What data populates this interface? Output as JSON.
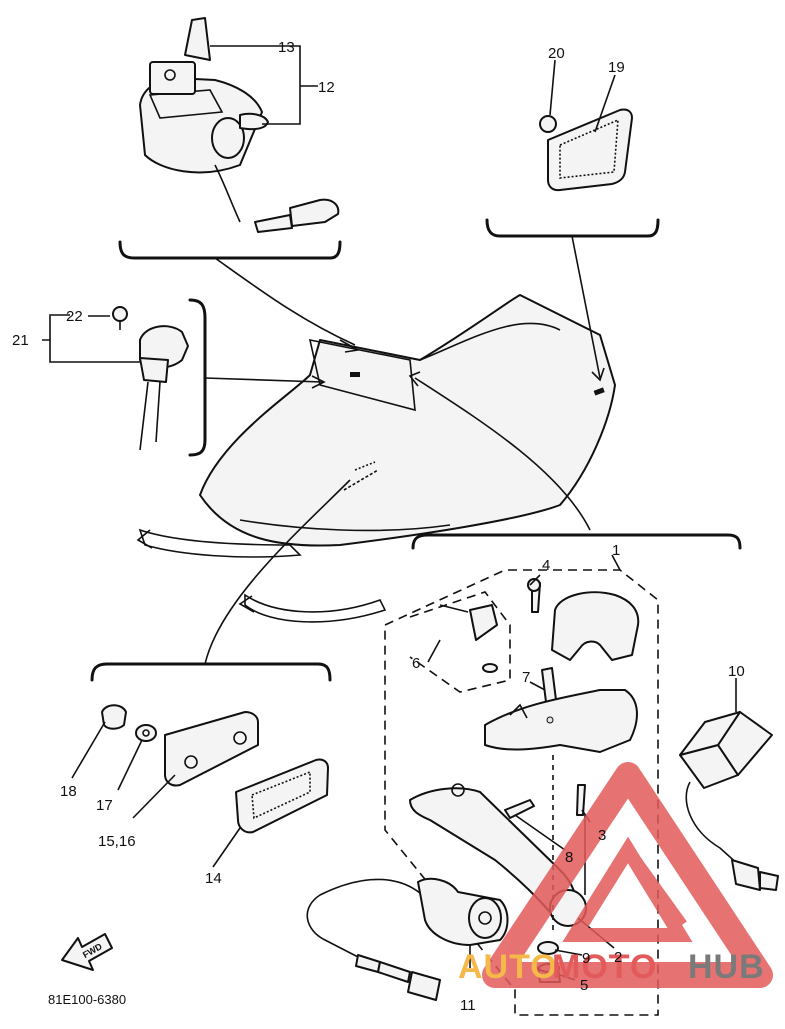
{
  "labels": {
    "l1": "1",
    "l2": "2",
    "l3": "3",
    "l4": "4",
    "l5": "5",
    "l6": "6",
    "l7": "7",
    "l8": "8",
    "l9": "9",
    "l10": "10",
    "l11": "11",
    "l12": "12",
    "l13": "13",
    "l14": "14",
    "l15_16": "15,16",
    "l17": "17",
    "l18": "18",
    "l19": "19",
    "l20": "20",
    "l21": "21",
    "l22": "22"
  },
  "fwd_arrow_text": "FWD",
  "diagram_code": "81E100-6380",
  "watermark": {
    "part1": "AUTO",
    "part2": "MOTO",
    "part3": "HUB",
    "color1": "#f5b84a",
    "color2": "#e35a5a",
    "color3": "#7a7a7a"
  }
}
